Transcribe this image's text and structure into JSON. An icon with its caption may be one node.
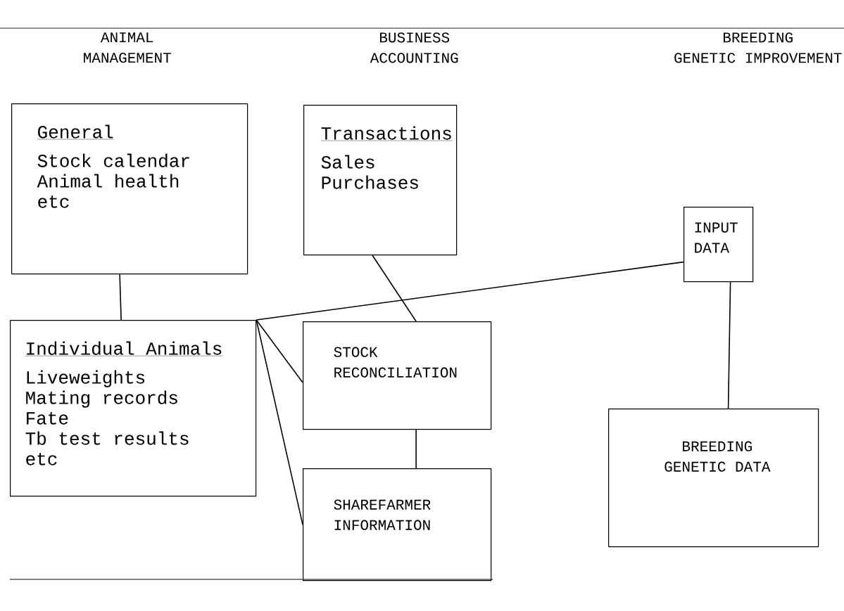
{
  "diagram": {
    "nodes": [
      {
        "text": [
          "General",
          "Stock calendar Animal health etc"
        ]
      },
      {
        "text": [
          "Transactions",
          "Sales Purchases"
        ]
      },
      {
        "text": [
          "INPUT DATA"
        ]
      },
      {
        "text": [
          "Individual Animals",
          "Liveweights Mating records Fate Tb test results etc"
        ]
      },
      {
        "text": [
          "STOCK RECONCILIATION"
        ]
      },
      {
        "text": [
          "BREEDING GENETIC DATA"
        ]
      },
      {
        "text": [
          "SHAREFARMER INFORMATION"
        ]
      }
    ],
    "edges": [
      {
        "from": 0,
        "to": 3,
        "arrow": "none"
      },
      {
        "from": 1,
        "to": 4,
        "arrow": "none"
      },
      {
        "from": 2,
        "to": 3,
        "arrow": "none"
      },
      {
        "from": 3,
        "to": 4,
        "arrow": "none"
      },
      {
        "from": 3,
        "to": 6,
        "arrow": "none"
      },
      {
        "from": 4,
        "to": 6,
        "arrow": "none"
      },
      {
        "from": 2,
        "to": 5,
        "arrow": "none"
      }
    ],
    "labels": [
      "ANIMAL MANAGEMENT",
      "BUSINESS ACCOUNTING",
      "BREEDING GENETIC IMPROVEMENT"
    ]
  }
}
